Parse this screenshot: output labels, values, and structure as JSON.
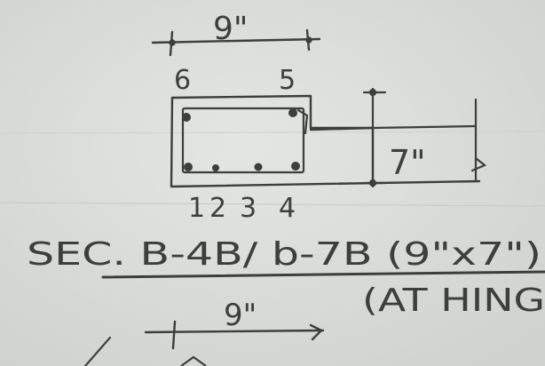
{
  "dimensions": {
    "top_width": "9\"",
    "side_depth": "7\"",
    "bottom_width": "9\""
  },
  "bar_labels": {
    "top_left": "6",
    "top_right": "5",
    "bottom": [
      "1",
      "2",
      "3",
      "4"
    ]
  },
  "section_title": "SEC. B-4B/ b-7B (9\"x7\")",
  "section_note": "(AT HING"
}
